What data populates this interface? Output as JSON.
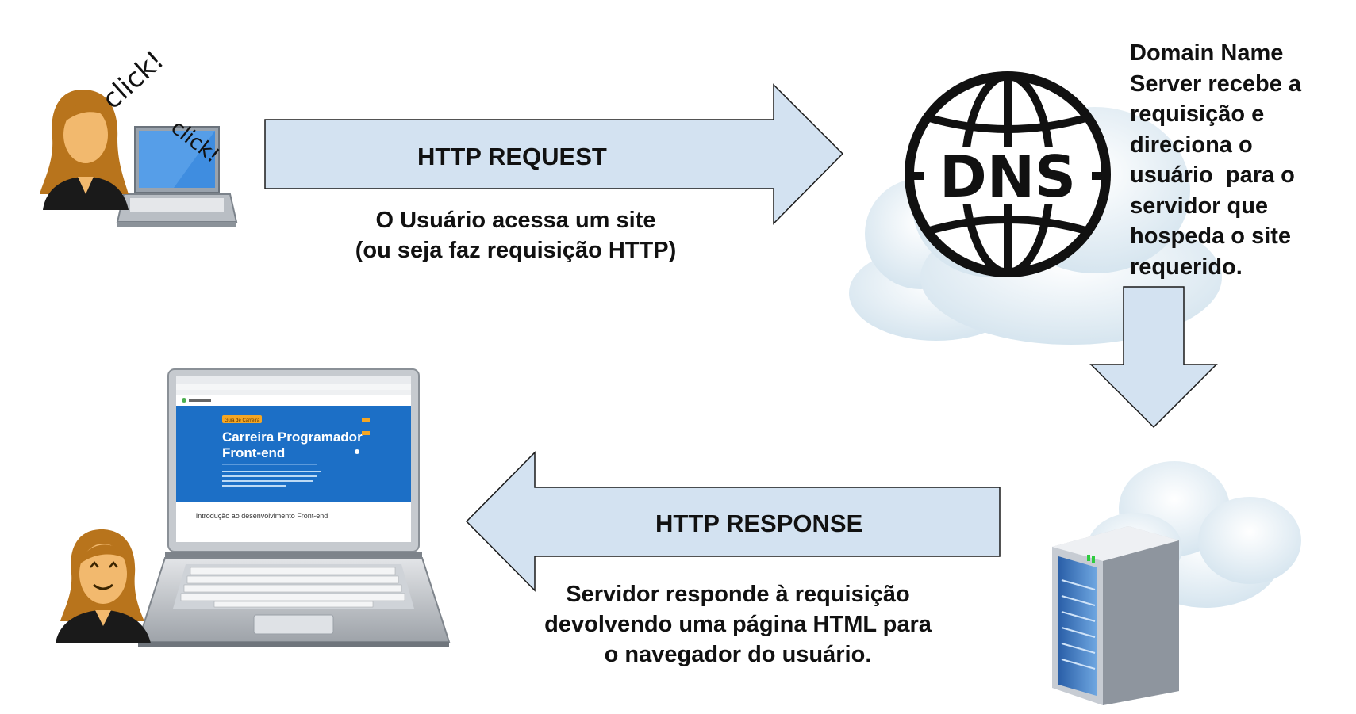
{
  "arrows": {
    "request_label": "HTTP REQUEST",
    "response_label": "HTTP RESPONSE"
  },
  "captions": {
    "request_lines": [
      "O Usuário acessa um site",
      "(ou seja faz requisição HTTP)"
    ],
    "response_lines": [
      "Servidor responde à requisição",
      "devolvendo uma página HTML para",
      "o navegador do usuário."
    ]
  },
  "dns": {
    "badge": "DNS",
    "description_lines": [
      "Domain Name",
      "Server recebe a",
      "requisição e",
      "direciona o",
      "usuário  para o",
      "servidor que",
      "hospeda o site",
      "requerido."
    ]
  },
  "user_top": {
    "click_big": "click!",
    "click_small": "click!"
  },
  "laptop_screen": {
    "hero_badge": "Guia de Carreira",
    "hero_title_lines": [
      "Carreira Programador",
      "Front-end"
    ],
    "footer_text": "Introdução ao desenvolvimento Front-end"
  },
  "colors": {
    "arrow_fill": "#d3e2f1",
    "arrow_stroke": "#1a1a1a",
    "cloud": "#dbe8f1",
    "screen_blue": "#1c6fc6",
    "hair": "#b8741c",
    "skin": "#f2b96e"
  },
  "icons": [
    "person-clicking-laptop-icon",
    "globe-dns-icon",
    "cloud-icon",
    "server-icon",
    "happy-person-icon",
    "laptop-icon"
  ]
}
